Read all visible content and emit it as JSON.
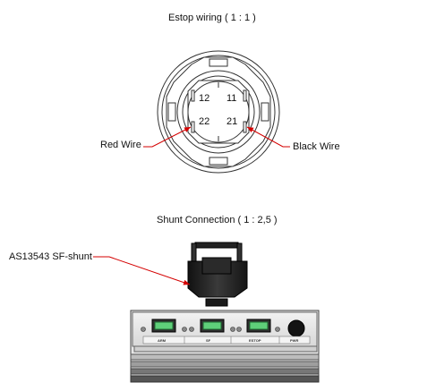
{
  "estop": {
    "title": "Estop wiring ( 1 : 1 )",
    "pins": {
      "p12": "12",
      "p11": "11",
      "p22": "22",
      "p21": "21"
    },
    "red_wire_label": "Red Wire",
    "black_wire_label": "Black Wire"
  },
  "shunt": {
    "title": "Shunt Connection ( 1 : 2,5 )",
    "part_label": "AS13543 SF-shunt",
    "port_labels": {
      "arm": "ARM",
      "sf": "SF",
      "estop": "ESTOP",
      "pwr": "PWR"
    }
  },
  "colors": {
    "arrow": "#d40000",
    "outline": "#333333",
    "connector_green": "#5fcf7a"
  }
}
